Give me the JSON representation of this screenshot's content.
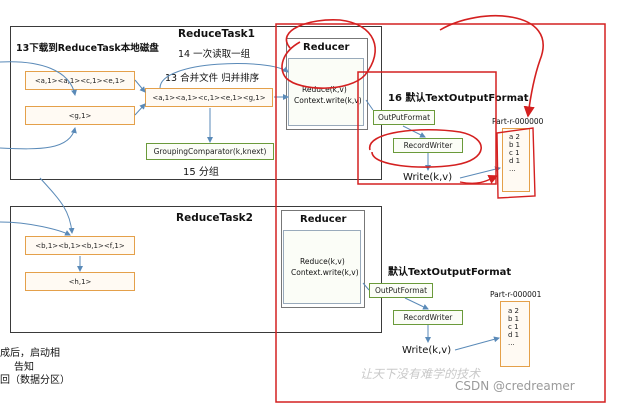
{
  "top": {
    "task_title": "ReduceTask1",
    "download_label": "13下载到ReduceTask本地磁盘",
    "read_group_label": "14 一次读取一组",
    "merge_label": "13 合并文件 归并排序",
    "row1": "<a,1><a,1><c,1><e,1>",
    "row2": "<g,1>",
    "merged": "<a,1><a,1><c,1><e,1><g,1>",
    "grouping": "GroupingComparator(k,knext)",
    "group_label": "15 分组",
    "reducer_title": "Reducer",
    "reduce_call": "Reduce(k,v)",
    "context_write": "Context.write(k,v)",
    "format_label": "16 默认TextOutputFormat",
    "outputformat": "OutPutFormat",
    "recordwriter": "RecordWriter",
    "write_label": "Write(k,v)",
    "part_title": "Part-r-000000",
    "part_lines": [
      "a 2",
      "b 1",
      "c 1",
      "d 1",
      "..."
    ]
  },
  "bottom": {
    "task_title": "ReduceTask2",
    "row1": "<b,1><b,1><b,1><f,1>",
    "row2": "<h,1>",
    "reducer_title": "Reducer",
    "reduce_call": "Reduce(k,v)",
    "context_write": "Context.write(k,v)",
    "format_label": "默认TextOutputFormat",
    "outputformat": "OutPutFormat",
    "recordwriter": "RecordWriter",
    "write_label": "Write(k,v)",
    "part_title": "Part-r-000001",
    "part_lines": [
      "a 2",
      "b 1",
      "c 1",
      "d 1",
      "..."
    ]
  },
  "left_notes": [
    "成后，启动相",
    "告知",
    "回（数据分区）"
  ],
  "watermark": "让天下没有难学的技术",
  "credit": "CSDN @credreamer",
  "colors": {
    "red": "#d42020",
    "orange": "#e4a04a",
    "green": "#6a9a3a",
    "blue": "#5a8ab8"
  }
}
